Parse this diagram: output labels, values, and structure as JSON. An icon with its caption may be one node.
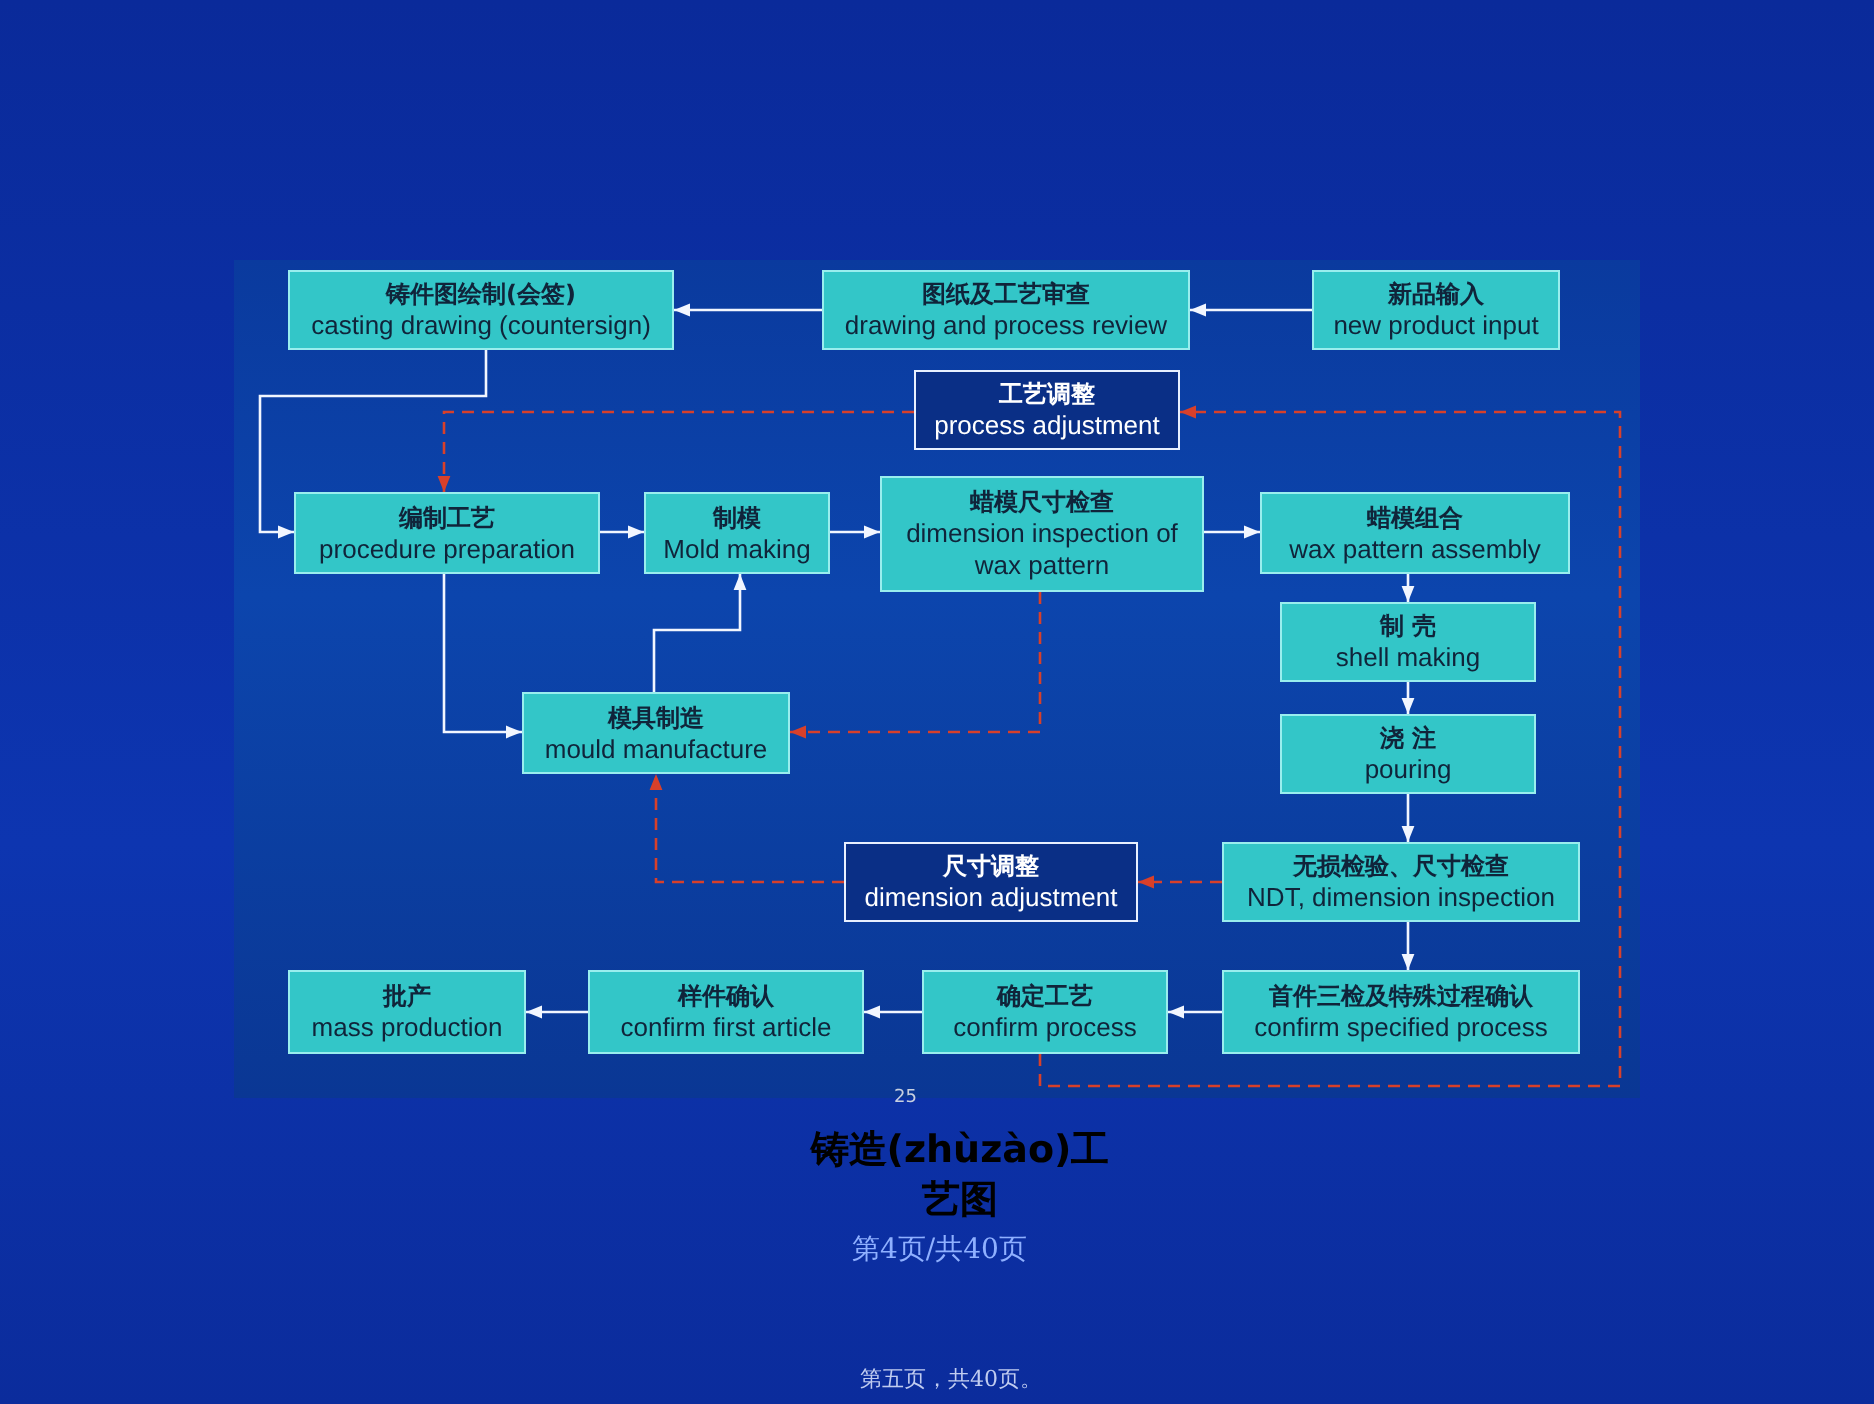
{
  "diagram": {
    "title": "铸造(zhùzào)工艺图",
    "nodes": [
      {
        "text": [
          "铸件图绘制(会签)",
          "casting drawing (countersign)"
        ]
      },
      {
        "text": [
          "图纸及工艺审查",
          "drawing and process review"
        ]
      },
      {
        "text": [
          "新品输入",
          "new product input"
        ]
      },
      {
        "text": [
          "工艺调整",
          "process adjustment"
        ]
      },
      {
        "text": [
          "编制工艺",
          "procedure preparation"
        ]
      },
      {
        "text": [
          "制模",
          "Mold making"
        ]
      },
      {
        "text": [
          "蜡模尺寸检查",
          "dimension inspection of wax pattern"
        ]
      },
      {
        "text": [
          "蜡模组合",
          "wax pattern assembly"
        ]
      },
      {
        "text": [
          "制 壳",
          "shell making"
        ]
      },
      {
        "text": [
          "浇 注",
          "pouring"
        ]
      },
      {
        "text": [
          "模具制造",
          "mould manufacture"
        ]
      },
      {
        "text": [
          "尺寸调整",
          "dimension adjustment"
        ]
      },
      {
        "text": [
          "无损检验、尺寸检查",
          "NDT, dimension inspection"
        ]
      },
      {
        "text": [
          "批产",
          "mass production"
        ]
      },
      {
        "text": [
          "样件确认",
          "confirm first article"
        ]
      },
      {
        "text": [
          "确定工艺",
          "confirm process"
        ]
      },
      {
        "text": [
          "首件三检及特殊过程确认",
          "confirm specified process"
        ]
      }
    ],
    "edges": [
      {
        "from": 2,
        "to": 1,
        "arrow": "to"
      },
      {
        "from": 1,
        "to": 0,
        "arrow": "to"
      },
      {
        "from": 0,
        "to": 4,
        "arrow": "to"
      },
      {
        "from": 4,
        "to": 5,
        "arrow": "to"
      },
      {
        "from": 5,
        "to": 6,
        "arrow": "to"
      },
      {
        "from": 6,
        "to": 7,
        "arrow": "to"
      },
      {
        "from": 7,
        "to": 8,
        "arrow": "to"
      },
      {
        "from": 8,
        "to": 9,
        "arrow": "to"
      },
      {
        "from": 9,
        "to": 12,
        "arrow": "to"
      },
      {
        "from": 12,
        "to": 16,
        "arrow": "to"
      },
      {
        "from": 16,
        "to": 15,
        "arrow": "to"
      },
      {
        "from": 15,
        "to": 14,
        "arrow": "to"
      },
      {
        "from": 14,
        "to": 13,
        "arrow": "to"
      },
      {
        "from": 4,
        "to": 10,
        "arrow": "to"
      },
      {
        "from": 10,
        "to": 5,
        "arrow": "to"
      },
      {
        "from": 6,
        "to": 10,
        "arrow": "to",
        "style": "dashed",
        "color": "#d8402a"
      },
      {
        "from": 12,
        "to": 11,
        "arrow": "to",
        "style": "dashed",
        "color": "#d8402a"
      },
      {
        "from": 11,
        "to": 10,
        "arrow": "to",
        "style": "dashed",
        "color": "#d8402a"
      },
      {
        "from": 15,
        "to": 3,
        "arrow": "to",
        "style": "dashed",
        "color": "#d8402a"
      },
      {
        "from": 3,
        "to": 4,
        "arrow": "to",
        "style": "dashed",
        "color": "#d8402a"
      }
    ],
    "labels": [
      "25",
      "第4页/共40页",
      "第五页，共40页。"
    ]
  }
}
